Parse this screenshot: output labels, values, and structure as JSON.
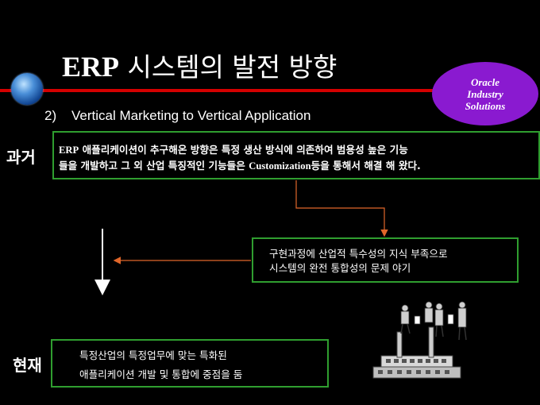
{
  "slide": {
    "title_erp": "ERP",
    "title_rest": " 시스템의 발전 방향",
    "oracle_badge": {
      "line1": "Oracle",
      "line2": "Industry",
      "line3": "Solutions"
    },
    "subtitle_num": "2)",
    "subtitle_text": "Vertical Marketing to Vertical Application",
    "label_past": "과거",
    "label_now": "현재",
    "box_past": {
      "line1_prefix": "ERP",
      "line1_rest": " 애플리케이션이 추구해온 방향은 특정 생산 방식에 의존하여 범용성 높은 기능",
      "line2_prefix": "들을 개발하고 그 외  산업 특징적인 기능들은 ",
      "line2_bold": "Customization",
      "line2_suffix": "등을 통해서 해결 해 왔다."
    },
    "box_problem": {
      "line1": "구현과정에 산업적 특수성의 지식 부족으로",
      "line2": " 시스템의 완전 통합성의 문제 야기"
    },
    "box_now": {
      "line1": "특정산업의 특정업무에 맞는 특화된",
      "line2": "애플리케이션 개발 및 통합에 중점을 둠"
    },
    "colors": {
      "accent_red": "#d40000",
      "box_border": "#2f9e2f",
      "badge_purple": "#8a1ad0",
      "arrow_orange": "#e0662a"
    }
  }
}
